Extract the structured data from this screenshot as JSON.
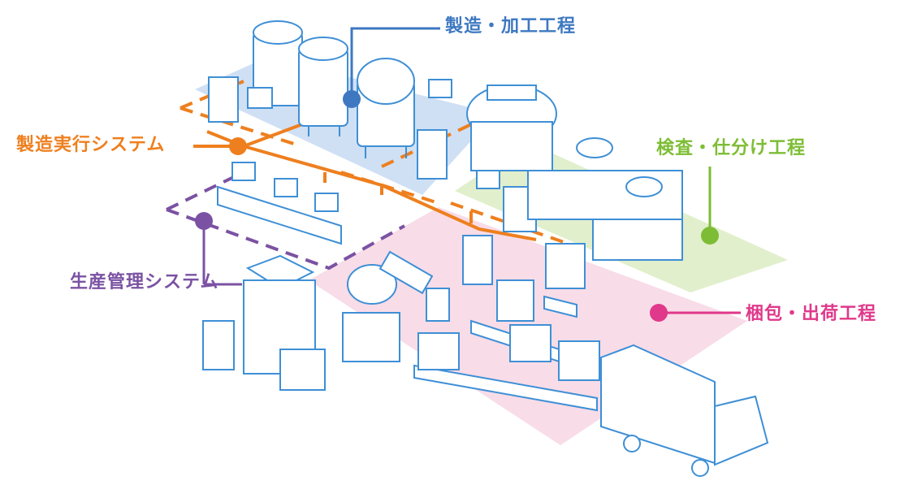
{
  "labels": {
    "manufacturing": "製造・加工工程",
    "mes": "製造実行システム",
    "inspection": "検査・仕分け工程",
    "production_mgmt": "生産管理システム",
    "packing": "梱包・出荷工程"
  },
  "colors": {
    "manufacturing": "#3d78c1",
    "mes": "#ee7f1e",
    "inspection": "#7dbd35",
    "production_mgmt": "#7b52a3",
    "packing": "#e0388a",
    "line_art": "#3e8fd6",
    "zone_blue": "#cfe0f4",
    "zone_green": "#e1efcc",
    "zone_pink": "#f8dce8"
  }
}
